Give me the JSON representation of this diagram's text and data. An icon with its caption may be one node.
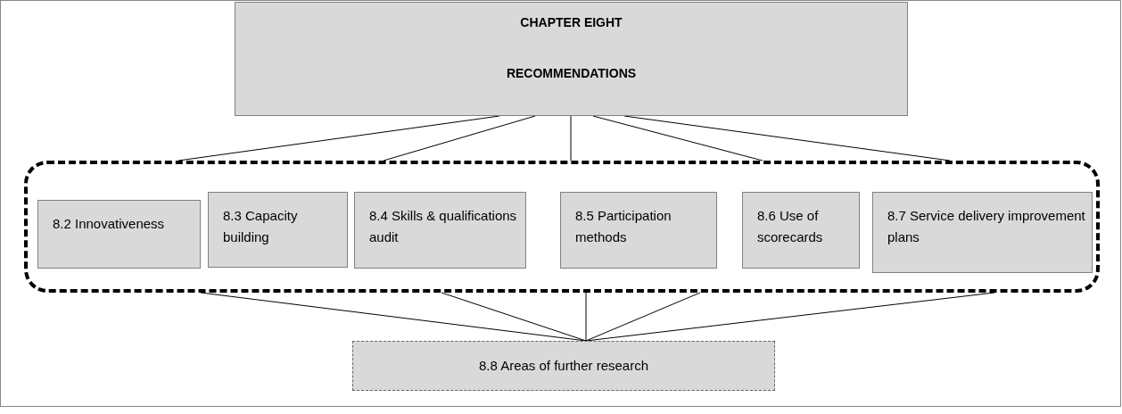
{
  "diagram": {
    "nodes": [
      {
        "text": [
          "CHAPTER EIGHT",
          "RECOMMENDATIONS"
        ]
      },
      {
        "text": [],
        "shape": "box"
      },
      {
        "text": [
          "8.2 Innovativeness"
        ],
        "in": 1
      },
      {
        "text": [
          "8.3 Capacity building"
        ],
        "in": 1
      },
      {
        "text": [
          "8.4 Skills & qualifications audit"
        ],
        "in": 1
      },
      {
        "text": [
          "8.5 Participation methods"
        ],
        "in": 1
      },
      {
        "text": [
          "8.6 Use of scorecards"
        ],
        "in": 1
      },
      {
        "text": [
          "8.7 Service delivery improvement plans"
        ],
        "in": 1
      },
      {
        "text": [
          "8.8 Areas of further research"
        ]
      }
    ],
    "edges": [
      {
        "from": 0,
        "to": 1,
        "arrow": "none"
      },
      {
        "from": 0,
        "to": 1,
        "arrow": "none"
      },
      {
        "from": 0,
        "to": 1,
        "arrow": "none"
      },
      {
        "from": 0,
        "to": 1,
        "arrow": "none"
      },
      {
        "from": 0,
        "to": 1,
        "arrow": "none"
      },
      {
        "from": 1,
        "to": 8,
        "arrow": "none"
      },
      {
        "from": 1,
        "to": 8,
        "arrow": "none"
      },
      {
        "from": 1,
        "to": 8,
        "arrow": "none"
      },
      {
        "from": 1,
        "to": 8,
        "arrow": "none"
      },
      {
        "from": 1,
        "to": 8,
        "arrow": "none"
      }
    ]
  }
}
